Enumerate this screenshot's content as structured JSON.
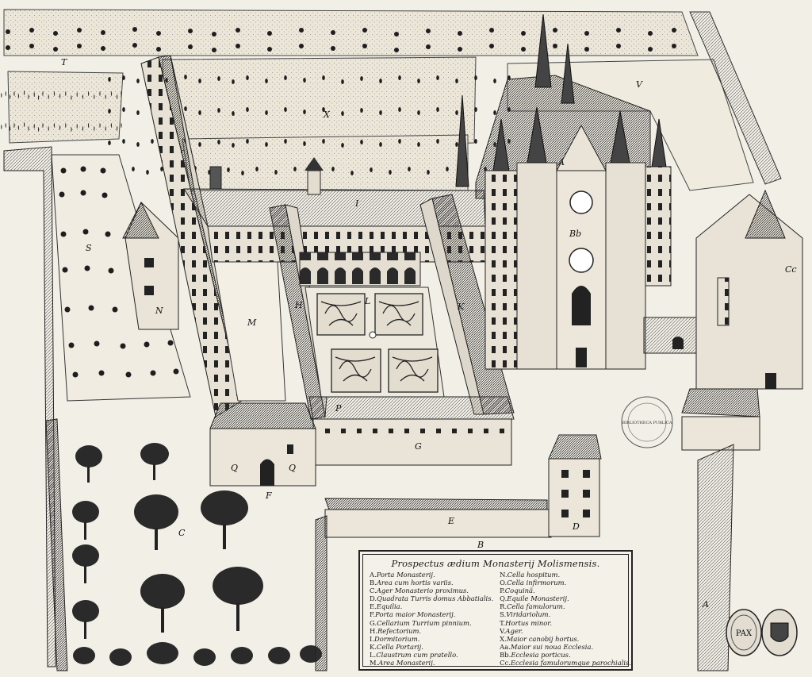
{
  "plan_letters": {
    "T": "T",
    "X": "X",
    "V": "V",
    "S": "S",
    "N": "N",
    "M": "M",
    "I": "I",
    "Bb": "Bb",
    "A_church": "A",
    "L": "L",
    "H": "H",
    "K": "K",
    "P": "P",
    "G": "G",
    "Q1": "Q",
    "Q2": "Q",
    "F": "F",
    "C": "C",
    "E": "E",
    "D": "D",
    "B": "B",
    "A_gate": "A",
    "Cc": "Cc"
  },
  "legend": {
    "title": "Prospectus ædium Monasterij Molismensis.",
    "left": [
      {
        "key": "A.",
        "text": "Porta Monasterij."
      },
      {
        "key": "B.",
        "text": "Area cum hortis variis."
      },
      {
        "key": "C.",
        "text": "Ager Monasterio proximus."
      },
      {
        "key": "D.",
        "text": "Quadrata Turris domus Abbatialis."
      },
      {
        "key": "E.",
        "text": "Equilia."
      },
      {
        "key": "F.",
        "text": "Porta maior Monasterij."
      },
      {
        "key": "G.",
        "text": "Cellarium Turrium pinnium."
      },
      {
        "key": "H.",
        "text": "Refectorium."
      },
      {
        "key": "I.",
        "text": "Dormitorium."
      },
      {
        "key": "K.",
        "text": "Cella Portarij."
      },
      {
        "key": "L.",
        "text": "Claustrum cum pratello."
      },
      {
        "key": "M.",
        "text": "Area Monasterij."
      }
    ],
    "right": [
      {
        "key": "N.",
        "text": "Cella hospitum."
      },
      {
        "key": "O.",
        "text": "Cella infirmorum."
      },
      {
        "key": "P.",
        "text": "Coquinä."
      },
      {
        "key": "Q.",
        "text": "Equile Monasterij."
      },
      {
        "key": "R.",
        "text": "Cella famulorum."
      },
      {
        "key": "S.",
        "text": "Viridariolum."
      },
      {
        "key": "T.",
        "text": "Hortus minor."
      },
      {
        "key": "V.",
        "text": "Ager."
      },
      {
        "key": "X.",
        "text": "Maior canobij hortus."
      },
      {
        "key": "Aa.",
        "text": "Maior sui noua Ecclesia."
      },
      {
        "key": "Bb.",
        "text": "Ecclesia porticus."
      },
      {
        "key": "Cc.",
        "text": "Ecclesia famulorumque parochialis."
      }
    ]
  },
  "stamps": {
    "library_stamp": "BIBLIOTHECA PUBLICA",
    "monogram": "PAX"
  }
}
